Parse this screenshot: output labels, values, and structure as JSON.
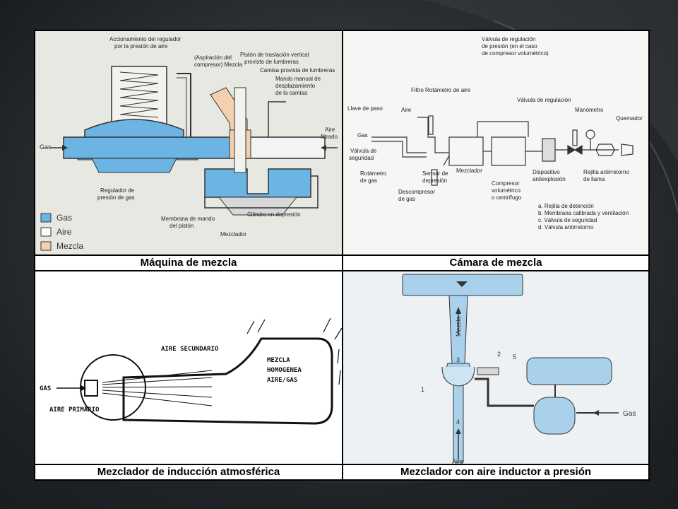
{
  "panels": {
    "tl": {
      "caption": "Máquina de mezcla",
      "labels": {
        "accionamiento": [
          "Accionamiento del regulador",
          "por la presión de aire"
        ],
        "aspiracion": [
          "(Aspiración del",
          "compresor) Mezcla"
        ],
        "piston": [
          "Pistón de traslación vertical",
          "provisto de lumbreras"
        ],
        "camisa": "Camisa provista de lumbreras",
        "mando": [
          "Mando manual de",
          "desplazamiento",
          "de la camisa"
        ],
        "gas": "Gas",
        "aire_filtrado": [
          "Aire",
          "filtrado"
        ],
        "regulador": [
          "Regulador de",
          "presión de gas"
        ],
        "membrana": [
          "Membrana de mando",
          "del pistón"
        ],
        "mezclador": "Mezclador",
        "cilindro": "Cilindro en depresión"
      },
      "legend": [
        {
          "label": "Gas",
          "color": "#6cb4e4"
        },
        {
          "label": "Aire",
          "color": "#ffffff"
        },
        {
          "label": "Mezcla",
          "color": "#f5cfae"
        }
      ]
    },
    "tr": {
      "caption": "Cámara de mezcla",
      "labels": {
        "valvula_reg_presion": [
          "Válvula de regulación",
          "de presión (en el caso",
          "de compresor volumétrico)"
        ],
        "filtro": "Filtro Rotámetro de aire",
        "aire": "Aire",
        "llave": "Llave de paso",
        "gas": "Gas",
        "valvula_seg": [
          "Válvula de",
          "seguridad"
        ],
        "rotametro_gas": [
          "Rotámetro",
          "de gas"
        ],
        "sensor": [
          "Sensor de",
          "depresión"
        ],
        "mezclador": "Mezclador",
        "descompresor": [
          "Descompresor",
          "de gas"
        ],
        "compresor": [
          "Compresor",
          "volumétrico",
          "o centrífugo"
        ],
        "valvula_reg": "Válvula de regulación",
        "manometro": "Manómetro",
        "quemador": "Quemador",
        "dispositivo": [
          "Dispositivo",
          "antiexplosión"
        ],
        "rejilla": [
          "Rejilla antirretorno",
          "de llama"
        ],
        "notes": [
          "a. Rejilla de detención",
          "b. Membrana calibrada y ventilación",
          "c. Válvula de seguridad",
          "d. Válvula antirretorno"
        ]
      }
    },
    "bl": {
      "caption": "Mezclador de inducción atmosférica",
      "labels": {
        "aire_secundario": "AIRE SECUNDARIO",
        "mezcla": [
          "MEZCLA",
          "HOMOGENEA",
          "AIRE/GAS"
        ],
        "gas": "GAS",
        "aire_primario": "AIRE PRIMARIO"
      }
    },
    "br": {
      "caption": "Mezclador con aire inductor a presión",
      "labels": {
        "mezcla": "Mezcla",
        "n1": "1",
        "n2": "2",
        "n3": "3",
        "n4": "4",
        "n5": "5",
        "gas": "Gas",
        "aire": "Aire"
      }
    }
  }
}
